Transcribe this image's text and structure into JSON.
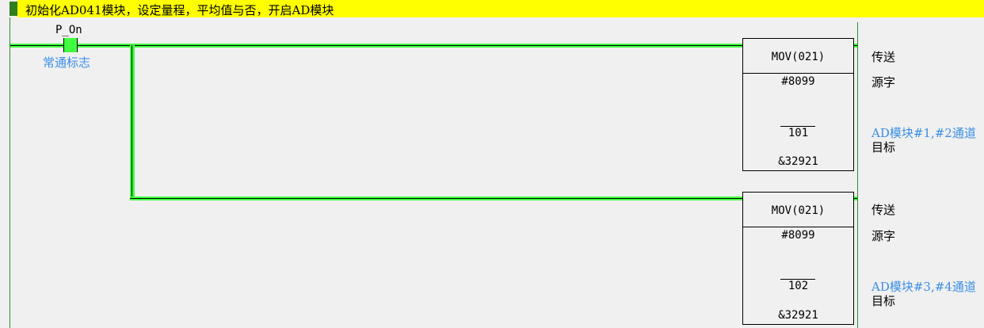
{
  "rung_comment": "初始化AD041模块，设定量程，平均值与否，开启AD模块",
  "contact": {
    "address": "P_On",
    "comment": "常通标志"
  },
  "instructions": [
    {
      "name": "MOV(021)",
      "source": "#8099",
      "operand_comment": "101",
      "dest": "&32921",
      "labels": {
        "instr": "传送",
        "source": "源字",
        "dest_comment": "AD模块#1,#2通道",
        "dest": "目标"
      }
    },
    {
      "name": "MOV(021)",
      "source": "#8099",
      "operand_comment": "102",
      "dest": "&32921",
      "labels": {
        "instr": "传送",
        "source": "源字",
        "dest_comment": "AD模块#3,#4通道",
        "dest": "目标"
      }
    }
  ],
  "colors": {
    "energized": "#40ff40",
    "comment_bar": "#ffff00",
    "symbol_comment": "#3a8ee6"
  }
}
